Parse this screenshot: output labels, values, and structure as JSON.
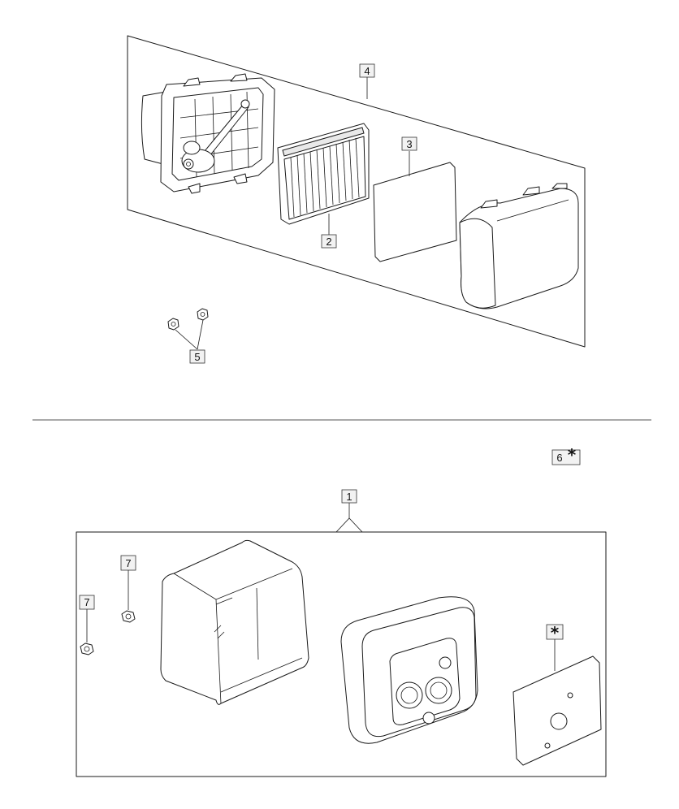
{
  "labels": {
    "part_1": "1",
    "part_2": "2",
    "part_3": "3",
    "part_4": "4",
    "part_5": "5",
    "part_6": "6",
    "part_6_mark": "*",
    "part_7_upper": "7",
    "part_7_lower": "7",
    "gasket_mark": "*"
  },
  "colors": {
    "line": "#1a1a1a",
    "label_box": "#f2f2f2",
    "background": "#ffffff"
  }
}
